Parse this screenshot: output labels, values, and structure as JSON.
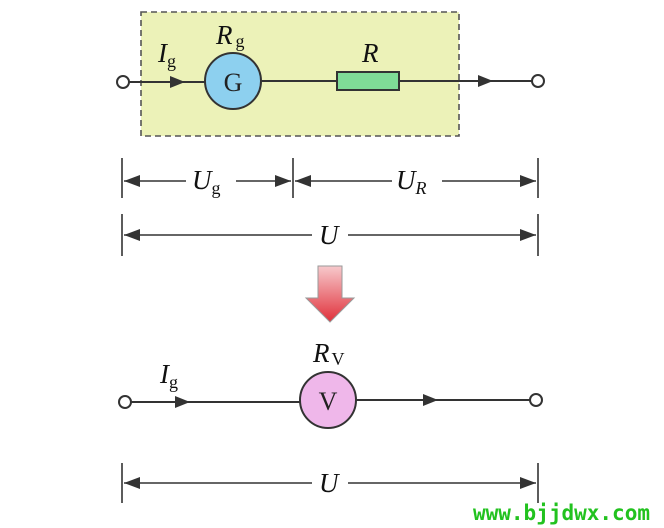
{
  "top_circuit": {
    "current_label": "I",
    "current_sub": "g",
    "galvanometer_resistance_label": "R",
    "galvanometer_resistance_sub": "g",
    "galvanometer_symbol": "G",
    "resistor_label": "R"
  },
  "dimensions": {
    "ug_label": "U",
    "ug_sub": "g",
    "ur_label": "U",
    "ur_sub": "R",
    "u_total_top": "U",
    "u_total_bottom": "U"
  },
  "bottom_circuit": {
    "current_label": "I",
    "current_sub": "g",
    "voltmeter_resistance_label": "R",
    "voltmeter_resistance_sub": "V",
    "voltmeter_symbol": "V"
  },
  "watermark": "www.bjjdwx.com",
  "colors": {
    "dashed_box_fill": "#ecf2b8",
    "galvanometer_fill": "#8dd0ef",
    "resistor_fill": "#7fdc97",
    "voltmeter_fill": "#efb7ea",
    "arrow_red": "#e0303a",
    "watermark_green": "#22c21f"
  }
}
